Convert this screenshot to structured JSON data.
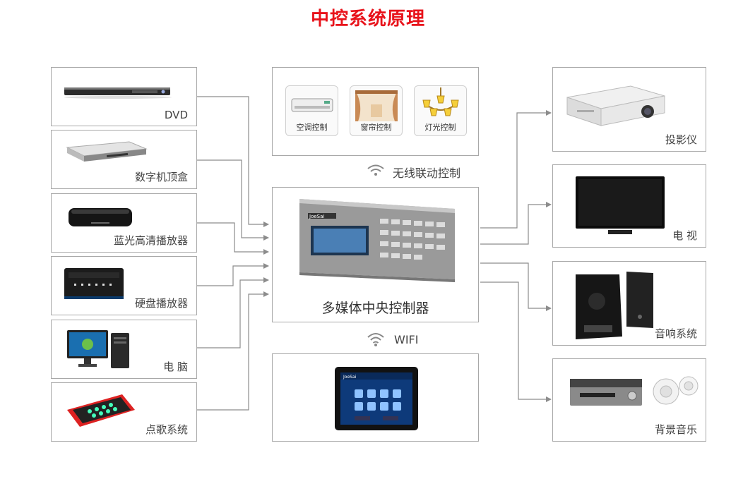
{
  "title": "中控系统原理",
  "inputs": [
    {
      "id": "dvd",
      "label": "DVD",
      "icon": "dvd-player-icon"
    },
    {
      "id": "stb",
      "label": "数字机顶盒",
      "icon": "set-top-box-icon"
    },
    {
      "id": "bluray",
      "label": "蓝光高清播放器",
      "icon": "bluray-player-icon"
    },
    {
      "id": "hdd",
      "label": "硬盘播放器",
      "icon": "hdd-player-icon"
    },
    {
      "id": "pc",
      "label": "电 脑",
      "icon": "computer-icon"
    },
    {
      "id": "karaoke",
      "label": "点歌系统",
      "icon": "karaoke-tablet-icon"
    }
  ],
  "outputs": [
    {
      "id": "projector",
      "label": "投影仪",
      "icon": "projector-icon"
    },
    {
      "id": "tv",
      "label": "电 视",
      "icon": "tv-icon"
    },
    {
      "id": "speakers",
      "label": "音响系统",
      "icon": "speaker-icon"
    },
    {
      "id": "bgmusic",
      "label": "背景音乐",
      "icon": "background-music-icon"
    }
  ],
  "wireless": {
    "label": "无线联动控制",
    "items": [
      {
        "label": "空调控制",
        "icon": "air-conditioner-icon"
      },
      {
        "label": "窗帘控制",
        "icon": "curtain-icon"
      },
      {
        "label": "灯光控制",
        "icon": "chandelier-icon"
      }
    ]
  },
  "controller": {
    "label": "多媒体中央控制器",
    "icon": "central-controller-icon",
    "brand": "JoeSai"
  },
  "wifi": {
    "label": "WIFI",
    "icon": "wifi-icon"
  },
  "touchpanel": {
    "icon": "touch-panel-icon",
    "brand": "JoeSai"
  }
}
